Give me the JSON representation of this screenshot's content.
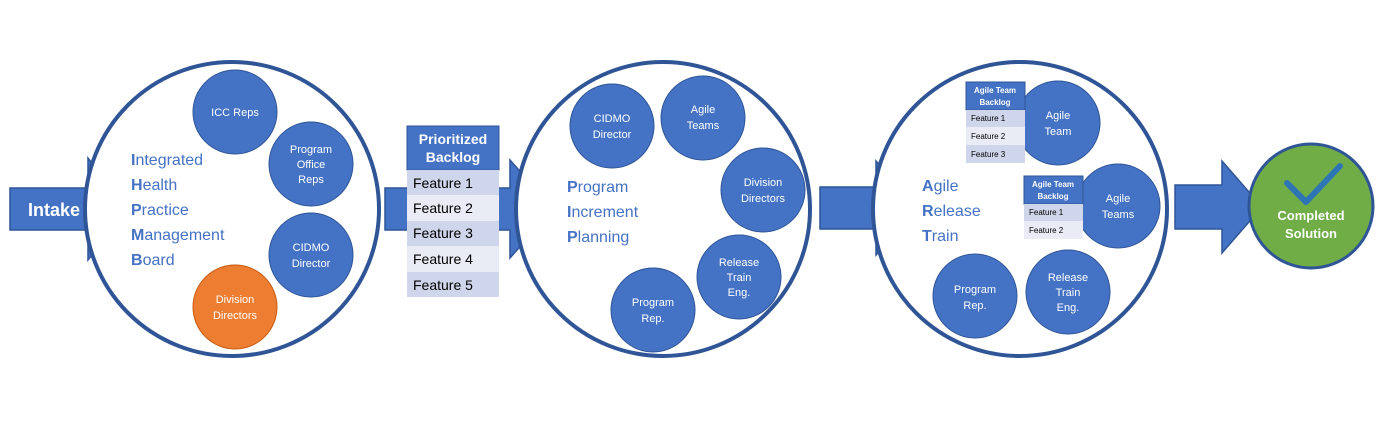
{
  "intake": {
    "label": "Intake"
  },
  "board": {
    "words": [
      {
        "cap": "I",
        "rest": "ntegrated"
      },
      {
        "cap": "H",
        "rest": "ealth"
      },
      {
        "cap": "P",
        "rest": "ractice"
      },
      {
        "cap": "M",
        "rest": "anagement"
      },
      {
        "cap": "B",
        "rest": "oard"
      }
    ],
    "members": [
      {
        "lines": [
          "ICC Reps"
        ],
        "color": "#4472c4"
      },
      {
        "lines": [
          "Program",
          "Office",
          "Reps"
        ],
        "color": "#4472c4"
      },
      {
        "lines": [
          "CIDMO",
          "Director"
        ],
        "color": "#4472c4"
      },
      {
        "lines": [
          "Division",
          "Directors"
        ],
        "color": "#ed7d31"
      }
    ]
  },
  "prioritized_backlog": {
    "header": [
      "Prioritized",
      "Backlog"
    ],
    "items": [
      "Feature 1",
      "Feature 2",
      "Feature 3",
      "Feature 4",
      "Feature 5"
    ]
  },
  "pi_planning": {
    "words": [
      {
        "cap": "P",
        "rest": "rogram"
      },
      {
        "cap": "I",
        "rest": "ncrement"
      },
      {
        "cap": "P",
        "rest": "lanning"
      }
    ],
    "members": [
      {
        "lines": [
          "CIDMO",
          "Director"
        ]
      },
      {
        "lines": [
          "Agile",
          "Teams"
        ]
      },
      {
        "lines": [
          "Division",
          "Directors"
        ]
      },
      {
        "lines": [
          "Release",
          "Train",
          "Eng."
        ]
      },
      {
        "lines": [
          "Program",
          "Rep."
        ]
      }
    ]
  },
  "art": {
    "words": [
      {
        "cap": "A",
        "rest": "gile"
      },
      {
        "cap": "R",
        "rest": "elease"
      },
      {
        "cap": "T",
        "rest": "rain"
      }
    ],
    "team_backlog_1": {
      "header": [
        "Agile Team",
        "Backlog"
      ],
      "items": [
        "Feature 1",
        "Feature 2",
        "Feature 3"
      ]
    },
    "team_backlog_2": {
      "header": [
        "Agile Team",
        "Backlog"
      ],
      "items": [
        "Feature 1",
        "Feature 2"
      ]
    },
    "members": [
      {
        "lines": [
          "Agile",
          "Team"
        ]
      },
      {
        "lines": [
          "Agile",
          "Teams"
        ]
      },
      {
        "lines": [
          "Program",
          "Rep."
        ]
      },
      {
        "lines": [
          "Release",
          "Train",
          "Eng."
        ]
      }
    ]
  },
  "completed": {
    "lines": [
      "Completed",
      "Solution"
    ],
    "color": "#70ad47"
  },
  "colors": {
    "blue": "#4472c4",
    "blue_dark": "#2f5597",
    "orange": "#ed7d31",
    "green": "#70ad47"
  }
}
